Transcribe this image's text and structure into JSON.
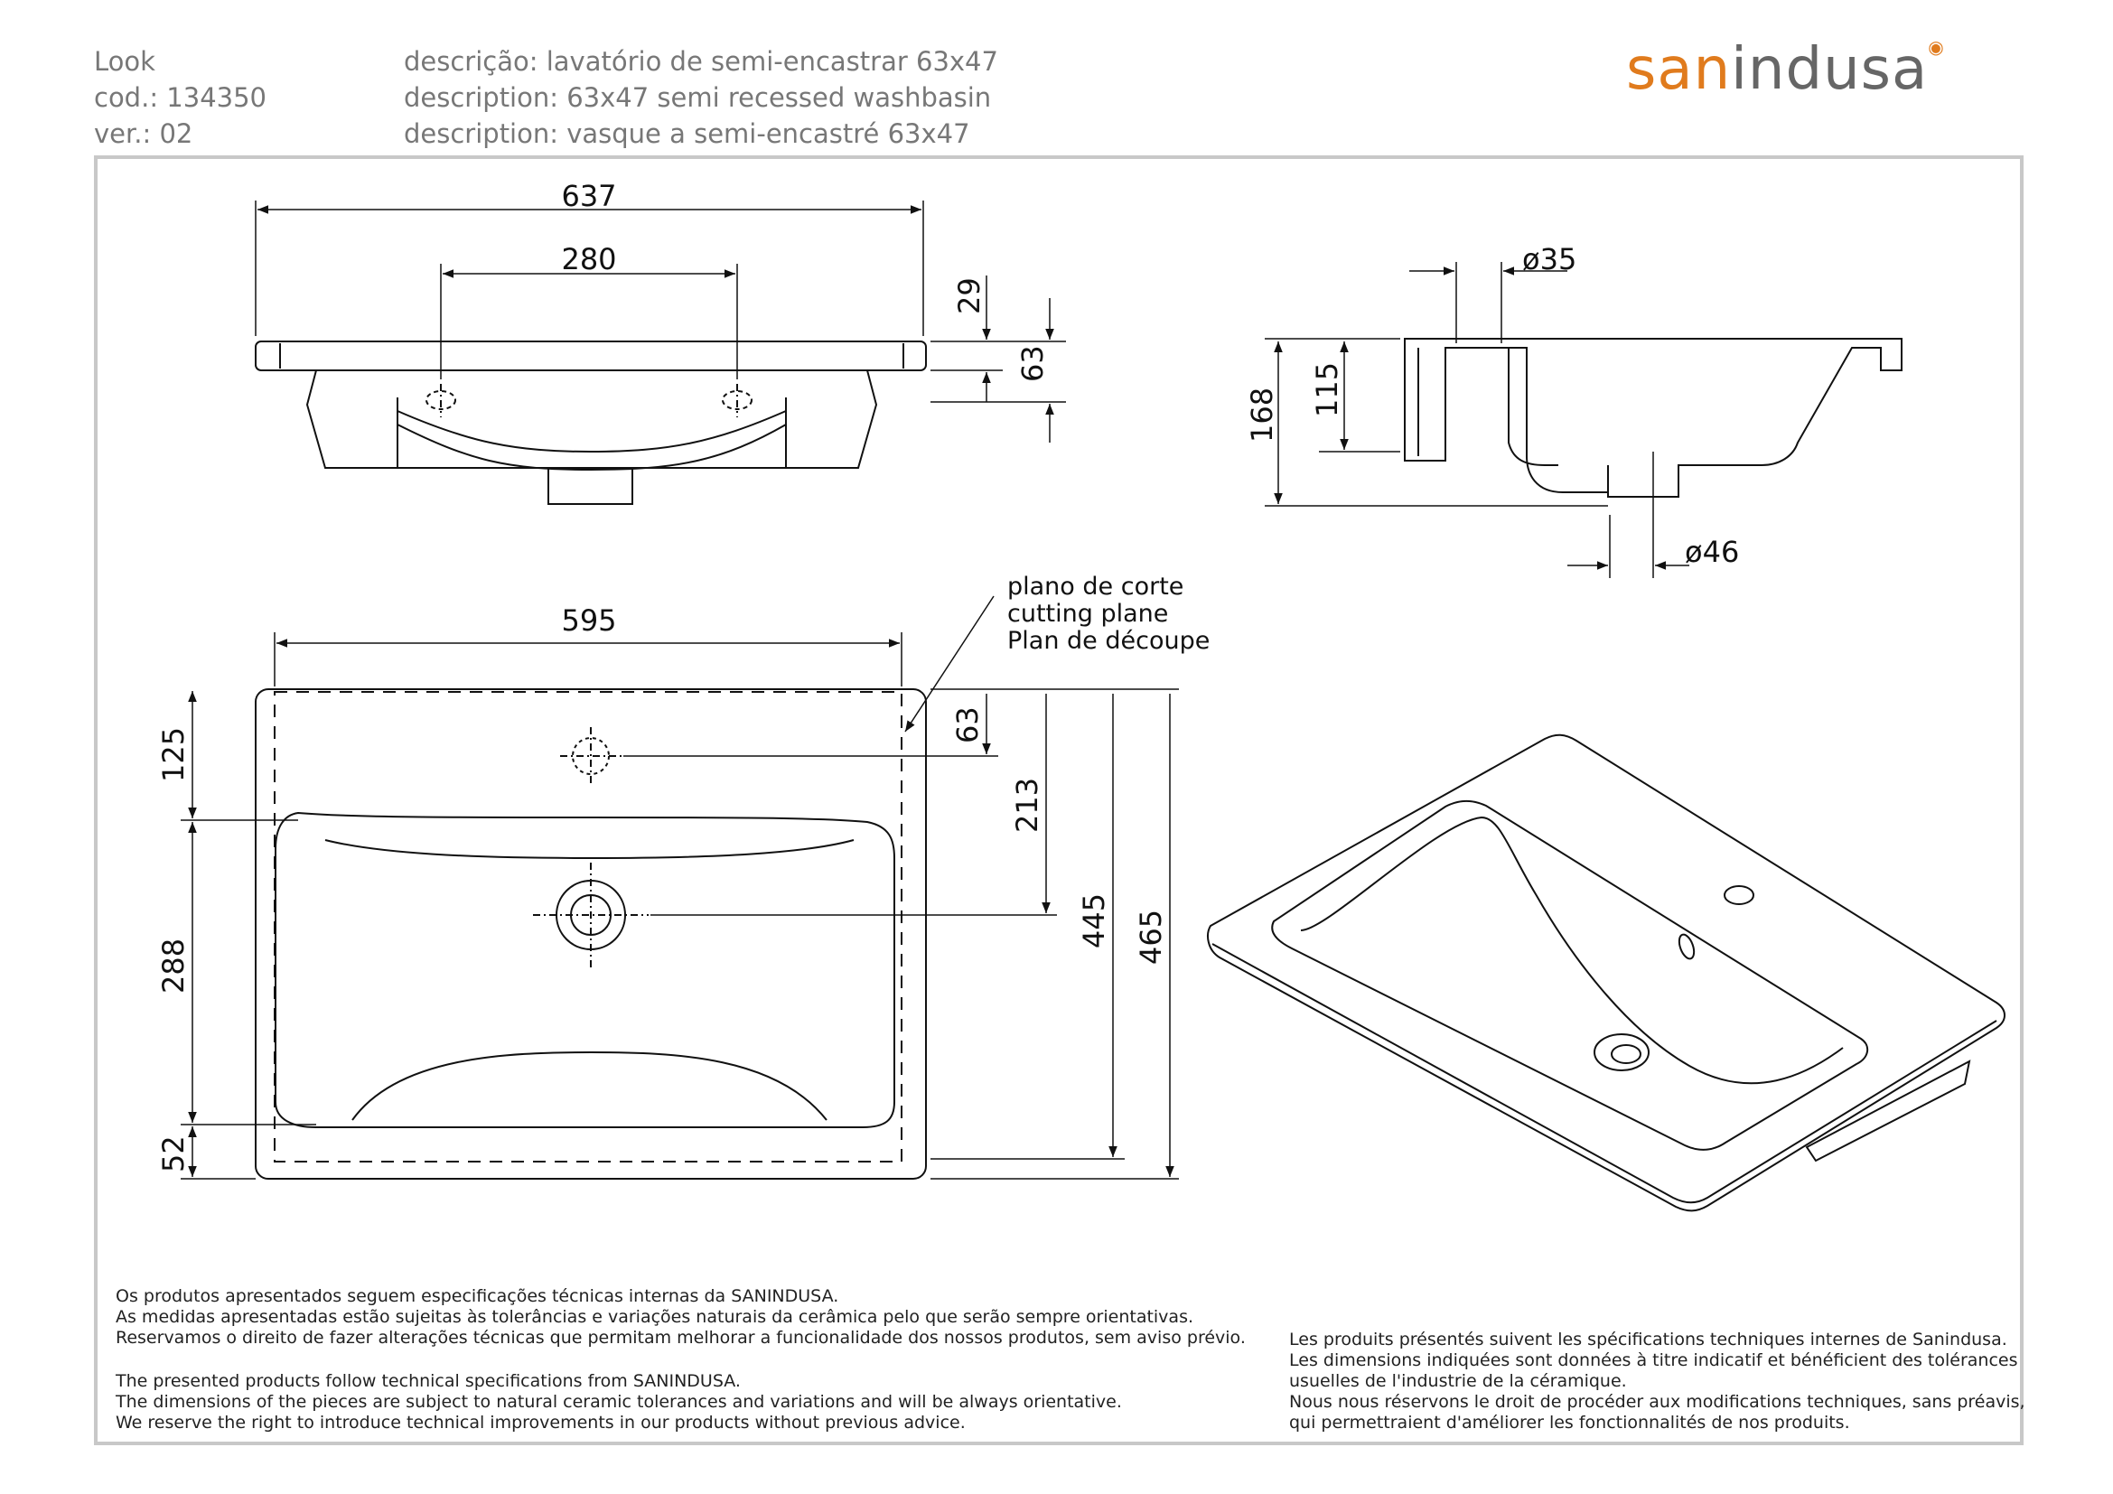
{
  "header": {
    "line1": "Look",
    "line2": "cod.: 134350",
    "line3": "ver.: 02",
    "desc_pt": "descrição: lavatório de semi-encastrar 63x47",
    "desc_en": "description: 63x47 semi recessed washbasin",
    "desc_fr": "description: vasque a semi-encastré 63x47"
  },
  "logo": {
    "part1": "san",
    "part2": "indusa",
    "accent_color": "#e07b1d",
    "text_color": "#666666"
  },
  "front_view": {
    "d_overall_width": "637",
    "d_tap_spacing": "280",
    "d_rim": "29",
    "d_height": "63"
  },
  "section_view": {
    "d_tap_hole": "ø35",
    "d_total_height": "168",
    "d_bowl_depth": "115",
    "d_waste": "ø46"
  },
  "plan_view": {
    "d_cut_width": "595",
    "d_top_margin": "125",
    "d_bowl_length": "288",
    "d_bottom_margin": "52",
    "d_tap_offset": "63",
    "d_waste_offset": "213",
    "d_cut_depth": "445",
    "d_overall_depth": "465"
  },
  "cutting_plane": {
    "pt": "plano de corte",
    "en": "cutting plane",
    "fr": "Plan de découpe"
  },
  "notes_pt": [
    "Os produtos apresentados seguem especificações técnicas internas da SANINDUSA.",
    "As medidas apresentadas estão sujeitas às tolerâncias e variações naturais da cerâmica pelo que serão sempre orientativas.",
    "Reservamos o direito de fazer alterações técnicas que permitam melhorar a funcionalidade dos nossos produtos, sem aviso prévio."
  ],
  "notes_en": [
    "The presented products follow technical specifications from SANINDUSA.",
    "The dimensions of the pieces are subject to natural ceramic tolerances and variations and will be always orientative.",
    "We reserve the right to introduce technical improvements in our products without previous advice."
  ],
  "notes_fr": [
    "Les produits présentés suivent les spécifications techniques internes de Sanindusa.",
    "Les dimensions indiquées sont données à titre indicatif et bénéficient des tolérances",
    "usuelles de l'industrie de la céramique.",
    "Nous nous réservons le droit de procéder aux modifications techniques, sans préavis,",
    "qui permettraient d'améliorer les fonctionnalités de nos produits."
  ]
}
